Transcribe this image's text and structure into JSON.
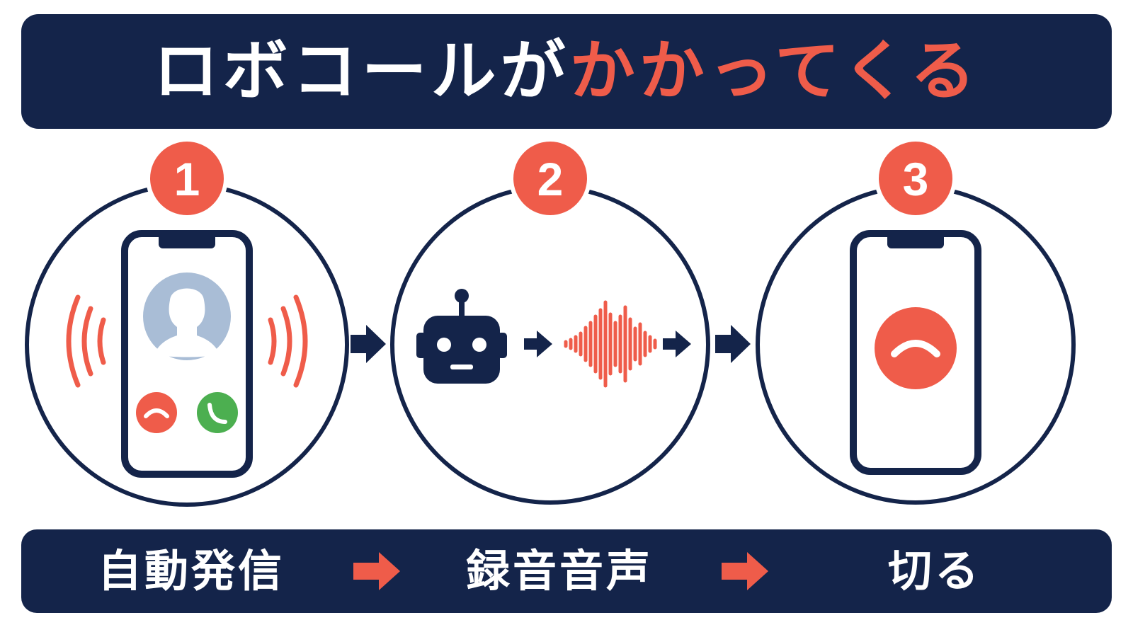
{
  "title": {
    "part1": "ロボコールが",
    "part2": "かかってくる"
  },
  "steps": [
    {
      "number": "1",
      "label": "自動発信"
    },
    {
      "number": "2",
      "label": "録音音声"
    },
    {
      "number": "3",
      "label": "切る"
    }
  ],
  "colors": {
    "navy": "#14244a",
    "accent_red": "#ef5c4a",
    "accept_green": "#4caf50",
    "avatar_blue": "#a9bdd6",
    "white": "#ffffff"
  },
  "icons": [
    "phone-icon",
    "avatar-icon",
    "sound-waves-icon",
    "decline-call-icon",
    "accept-call-icon",
    "robot-icon",
    "sound-wave-icon",
    "hang-up-icon",
    "arrow-icon"
  ]
}
